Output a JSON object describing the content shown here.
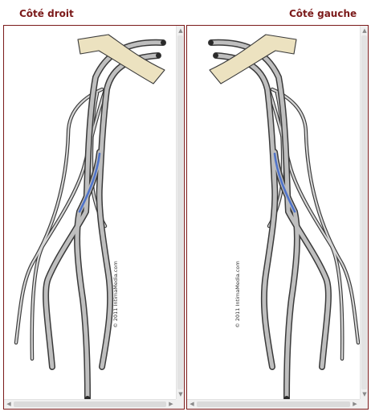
{
  "titles": {
    "left": "Côté droit",
    "right": "Côté gauche"
  },
  "copyright": "© 2011 IntimaMedia.com",
  "colors": {
    "accent": "#7b1a1a",
    "vessel_fill": "#bfbfbf",
    "vessel_outline": "#3a3a3a",
    "blue_segment": "#4f73c9",
    "ligament": "#ece2c0"
  },
  "icons": {
    "scroll_up": "▲",
    "scroll_down": "▼",
    "scroll_left": "◀",
    "scroll_right": "▶"
  }
}
